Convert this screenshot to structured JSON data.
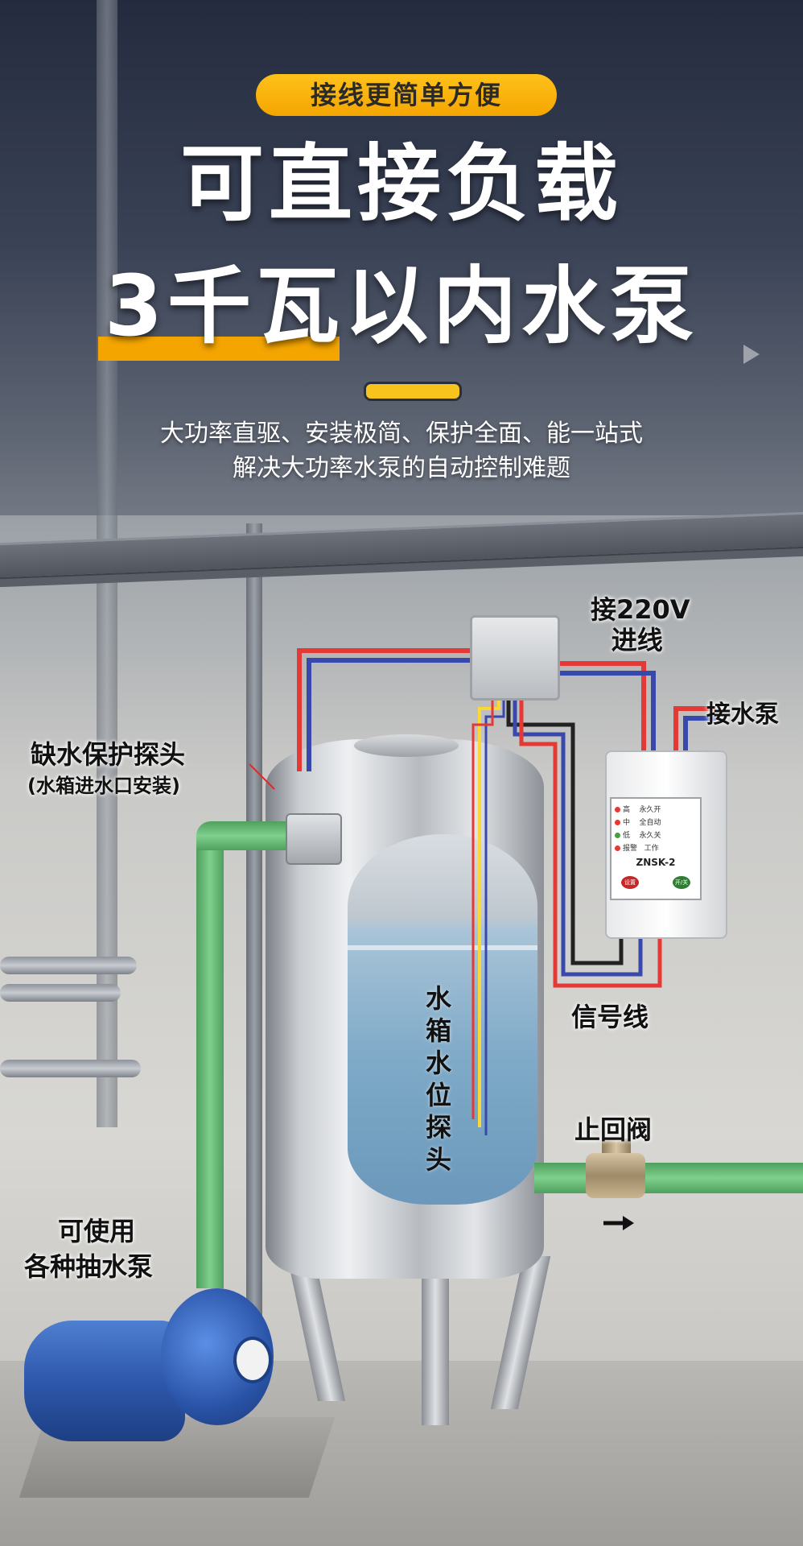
{
  "hero": {
    "badge": "接线更简单方便",
    "headline_1": "可直接负载",
    "headline_2": "3千瓦以内水泵",
    "subtitle_1": "大功率直驱、安装极简、保护全面、能一站式",
    "subtitle_2": "解决大功率水泵的自动控制难题"
  },
  "labels": {
    "power_in_1": "接220V",
    "power_in_2": "进线",
    "pump_out": "接水泵",
    "dry_probe_1": "缺水保护探头",
    "dry_probe_2": "(水箱进水口安装)",
    "signal_line": "信号线",
    "level_probe": [
      "水",
      "箱",
      "水",
      "位",
      "探",
      "头"
    ],
    "check_valve": "止回阀",
    "any_pump_1": "可使用",
    "any_pump_2": "各种抽水泵"
  },
  "controller": {
    "model": "ZNSK-2",
    "rows": [
      {
        "left": "高",
        "right": "永久开"
      },
      {
        "left": "中",
        "right": "全自动"
      },
      {
        "left": "低",
        "right": "永久关"
      },
      {
        "left": "报警",
        "right": "工作"
      }
    ],
    "button_left": "设置",
    "button_right": "开/关"
  },
  "colors": {
    "accent": "#f4a500",
    "hero_bg": "#242b3f",
    "pipe_green": "#6cc07a",
    "wire_red": "#e53935",
    "wire_blue": "#3949ab",
    "wire_yellow": "#fdd835",
    "leader_red": "#d32f2f"
  },
  "icons": {
    "play": "play-triangle-icon",
    "flow_arrow": "arrow-right-icon"
  }
}
